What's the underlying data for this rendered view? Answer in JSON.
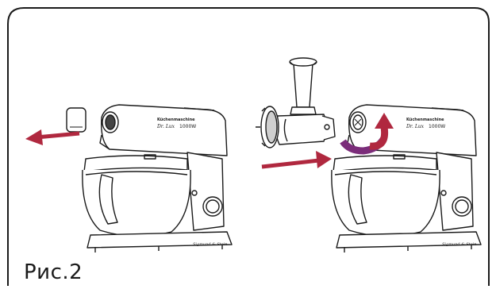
{
  "caption": "Рис.2",
  "mixer_left": {
    "brand_line1": "Küchenmaschine",
    "brand_line2": "Dr. Lux",
    "brand_line3": "1000W",
    "base_brand": "Sigmund & Stein"
  },
  "mixer_right": {
    "brand_line1": "Küchenmaschine",
    "brand_line2": "Dr. Lux",
    "brand_line3": "1000W",
    "base_brand": "Sigmund & Stein"
  },
  "colors": {
    "arrow_red": "#b0283f",
    "arrow_purple": "#7b2d7a",
    "frame": "#1a1a1a",
    "line": "#1a1a1a",
    "fill_light": "#eeeeee"
  }
}
